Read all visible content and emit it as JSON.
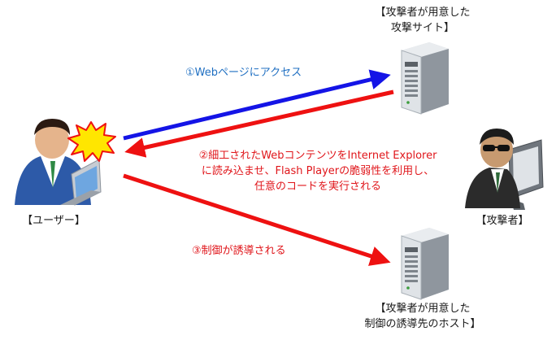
{
  "labels": {
    "site_line1": "【攻撃者が用意した",
    "site_line2": "攻撃サイト】",
    "user": "【ユーザー】",
    "attacker": "【攻撃者】",
    "host_line1": "【攻撃者が用意した",
    "host_line2": "制御の誘導先のホスト】"
  },
  "steps": {
    "step1": "①Webページにアクセス",
    "step2_line1": "②細工されたWebコンテンツをInternet Explorer",
    "step2_line2": "に読み込ませ、Flash Playerの脆弱性を利用し、",
    "step2_line3": "任意のコードを実行される",
    "step3": "③制御が誘導される"
  },
  "colors": {
    "blue_arrow": "#1414e6",
    "red_arrow": "#ee1111",
    "step1_text": "#1f6fc2",
    "step_text_red": "#e0161b",
    "burst": "#ffe600"
  },
  "icons": {
    "user": "user-with-laptop-icon",
    "attacker": "hacker-with-sunglasses-icon",
    "server": "server-tower-icon",
    "burst": "explosion-burst-icon"
  }
}
